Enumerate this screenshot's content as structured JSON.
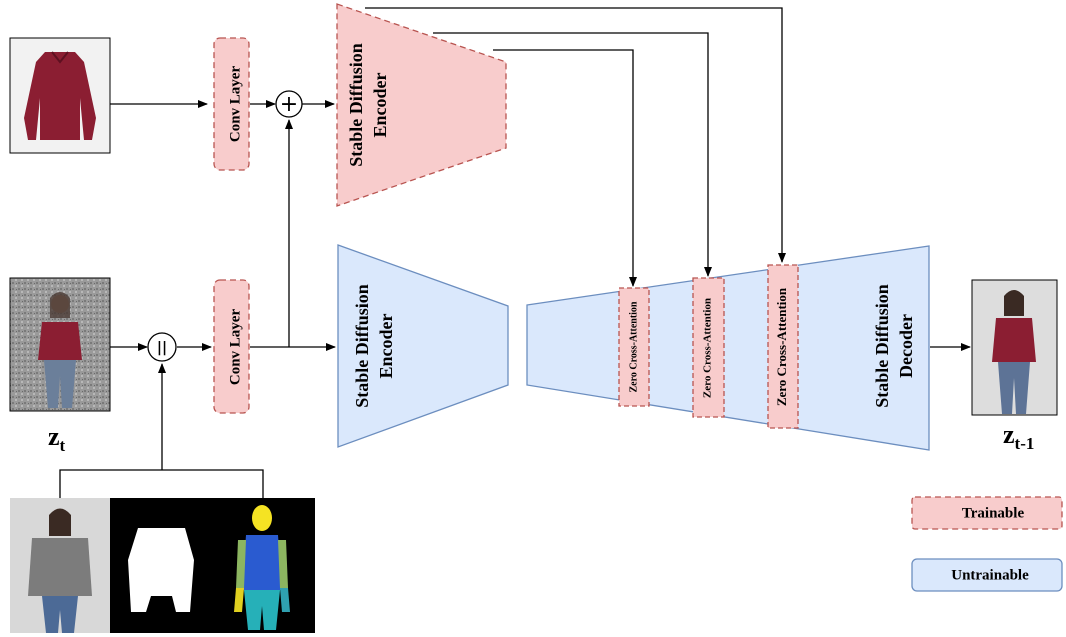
{
  "inputs": {
    "zt_label_main": "z",
    "zt_label_sub": "t",
    "zt1_label_main": "z",
    "zt1_label_sub": "t-1"
  },
  "blocks": {
    "conv_top": "Conv Layer",
    "conv_bottom": "Conv Layer",
    "sd_encoder_trainable_line1": "Stable Diffusion",
    "sd_encoder_trainable_line2": "Encoder",
    "sd_encoder_frozen_line1": "Stable Diffusion",
    "sd_encoder_frozen_line2": "Encoder",
    "sd_decoder_line1": "Stable Diffusion",
    "sd_decoder_line2": "Decoder",
    "zero_ca_1": "Zero Cross-Attention",
    "zero_ca_2": "Zero Cross-Attention",
    "zero_ca_3": "Zero Cross-Attention"
  },
  "operators": {
    "add": "+",
    "concat": "||"
  },
  "legend": {
    "trainable": "Trainable",
    "untrainable": "Untrainable"
  },
  "colors": {
    "trainable_fill": "#f8cccc",
    "trainable_stroke": "#b85450",
    "untrainable_fill": "#dae8fc",
    "untrainable_stroke": "#6c8ebf",
    "garment": "#8b1e32"
  }
}
